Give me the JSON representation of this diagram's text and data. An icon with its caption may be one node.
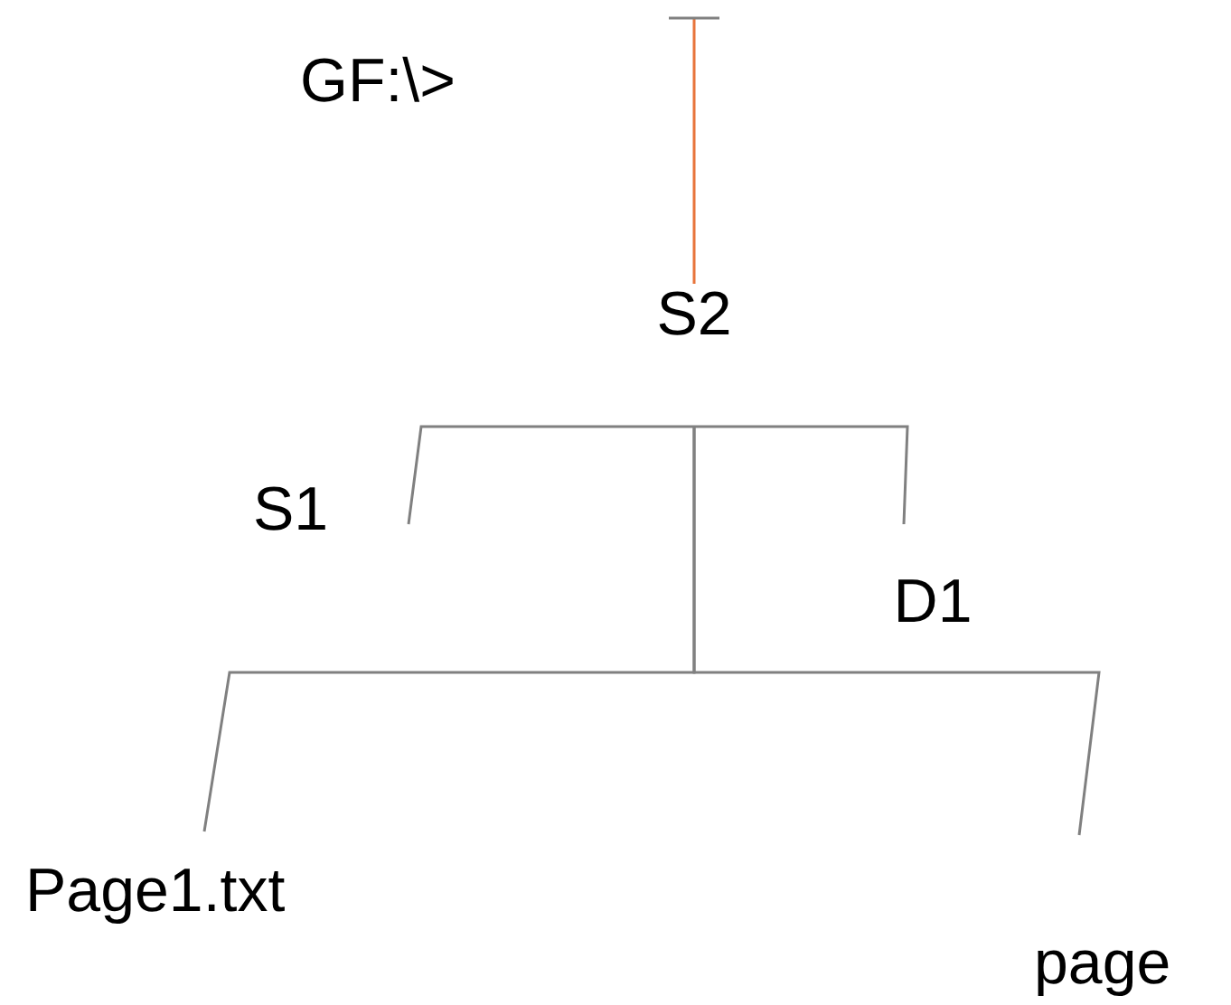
{
  "diagram": {
    "nodes": [
      {
        "text": [
          "S2"
        ]
      },
      {
        "text": [
          "S1"
        ]
      },
      {
        "text": [
          "D1"
        ]
      },
      {
        "text": [
          "Page1.txt"
        ]
      },
      {
        "text": [
          "page"
        ]
      }
    ],
    "edges": [
      {
        "from": null,
        "to": 0,
        "arrow": "other",
        "color": "#e8743b"
      },
      {
        "from": 0,
        "to": 1,
        "arrow": "none"
      },
      {
        "from": 0,
        "to": 2,
        "arrow": "none"
      },
      {
        "from": 0,
        "to": 3,
        "arrow": "none"
      },
      {
        "from": 0,
        "to": 4,
        "arrow": "none"
      }
    ],
    "labels": [
      "GF:\\>"
    ]
  }
}
